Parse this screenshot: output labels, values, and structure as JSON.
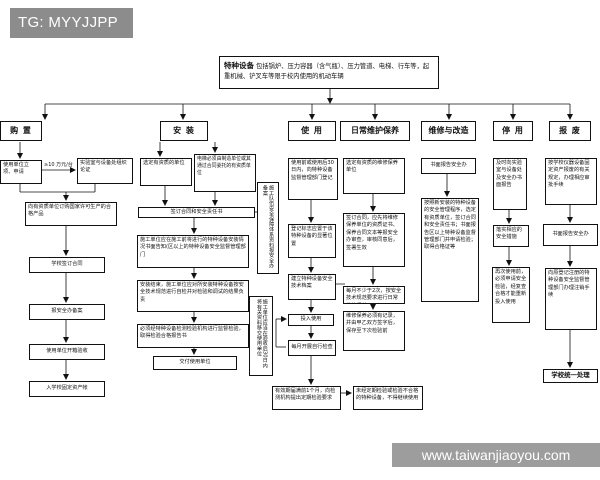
{
  "badge": "TG: MYYJJPP",
  "watermark": "www.taiwanjiaoyou.com",
  "top": {
    "title": "特种设备",
    "desc": "包括锅炉、压力容器（含气瓶）、压力管道、电梯、行车等，起重机械、铲叉车等限于校内使用的机动车辆"
  },
  "headers": {
    "purchase": "购 置",
    "install": "安 装",
    "use": "使 用",
    "maintain": "日常维护保养",
    "repair": "维修与改造",
    "stop": "停 用",
    "scrap": "报 废"
  },
  "purchase": {
    "user_apply": "使用单位立项、申请",
    "limit": "≥10 万元/台",
    "verify": "实验室与设备处组织论证",
    "order": "向有资质单位订购国家许可生产的合格产品",
    "sign": "学校签订合同",
    "filing": "报安全办备案",
    "accept": "使用单位开箱验收",
    "asset": "入学校固定资产帐"
  },
  "install": {
    "qualified": "选定有资质的单位",
    "elevator": "电梯必须由制造单位或其通过合同委托的有资质单位",
    "contract": "签订合同和安全责任书",
    "notify": "施工单位应在施工前将进行的特种设备安装情况书面告知(区以上的特种设备安全监督管理部门",
    "complete": "安装结束，施工单位应对所安装特种设备按安全技术规范进行自检并对检验和调试的结果负责",
    "inspect": "必须经特种设备检测检验机构进行监督检验，取得检验合格报告书",
    "deliver": "交付使用单位",
    "v_team": "施工队伍安全保障体系资料报安全办备案",
    "v_tech": "施工单位应当在验收后30日内将有关资料移交使用单位"
  },
  "use": {
    "register": "使用前或使用后30日内，向特种设备监督管理部门登记",
    "mark": "登记标志应置于该特种设备的显著位置",
    "tech": "建立特种设备安全技术档案",
    "put_in": "投入使用",
    "inspect": "每月开展自行检查",
    "periodic": "有效期届满前1个月，向检测机构提出定期检验要求",
    "fail": "未经定期检验或检验不合格的特种设备，不得继续使用"
  },
  "maintain": {
    "select": "选定有资质的维修保养单位",
    "contract": "签订合同，应先将维修保养单位的资质证书、保养合同文本等报安全办审查，审核同意后，签署生效",
    "monthly": "每月不少于2次，按安全技术规范要求进行日常维护保养",
    "record": "维修保养必须有记录，并由甲乙双方签字后，保存至下次检验前"
  },
  "repair": {
    "report": "书面报告安全办",
    "rules": "按照新安装的特种设备的安全管理程序，选定有资质单位，签订合同和安全责任书；书面报告区以上特种设备监督管理部门并申请检验；取得合格证等"
  },
  "stop": {
    "report": "及时向实验室与设备处及安全办书面报告",
    "measures": "落实相应的安全措施",
    "resume": "再次使用前，必须申请安全检验，经复查合格才能重新投入使用"
  },
  "scrap": {
    "procedure": "按学校仪器设备固定资产报废的有关规定，办理相应审批手续",
    "report": "书面报告安全办",
    "cancel": "向原登记注册的特种设备安全监督管理部门办理注销手续",
    "final": "学校统一处理"
  }
}
